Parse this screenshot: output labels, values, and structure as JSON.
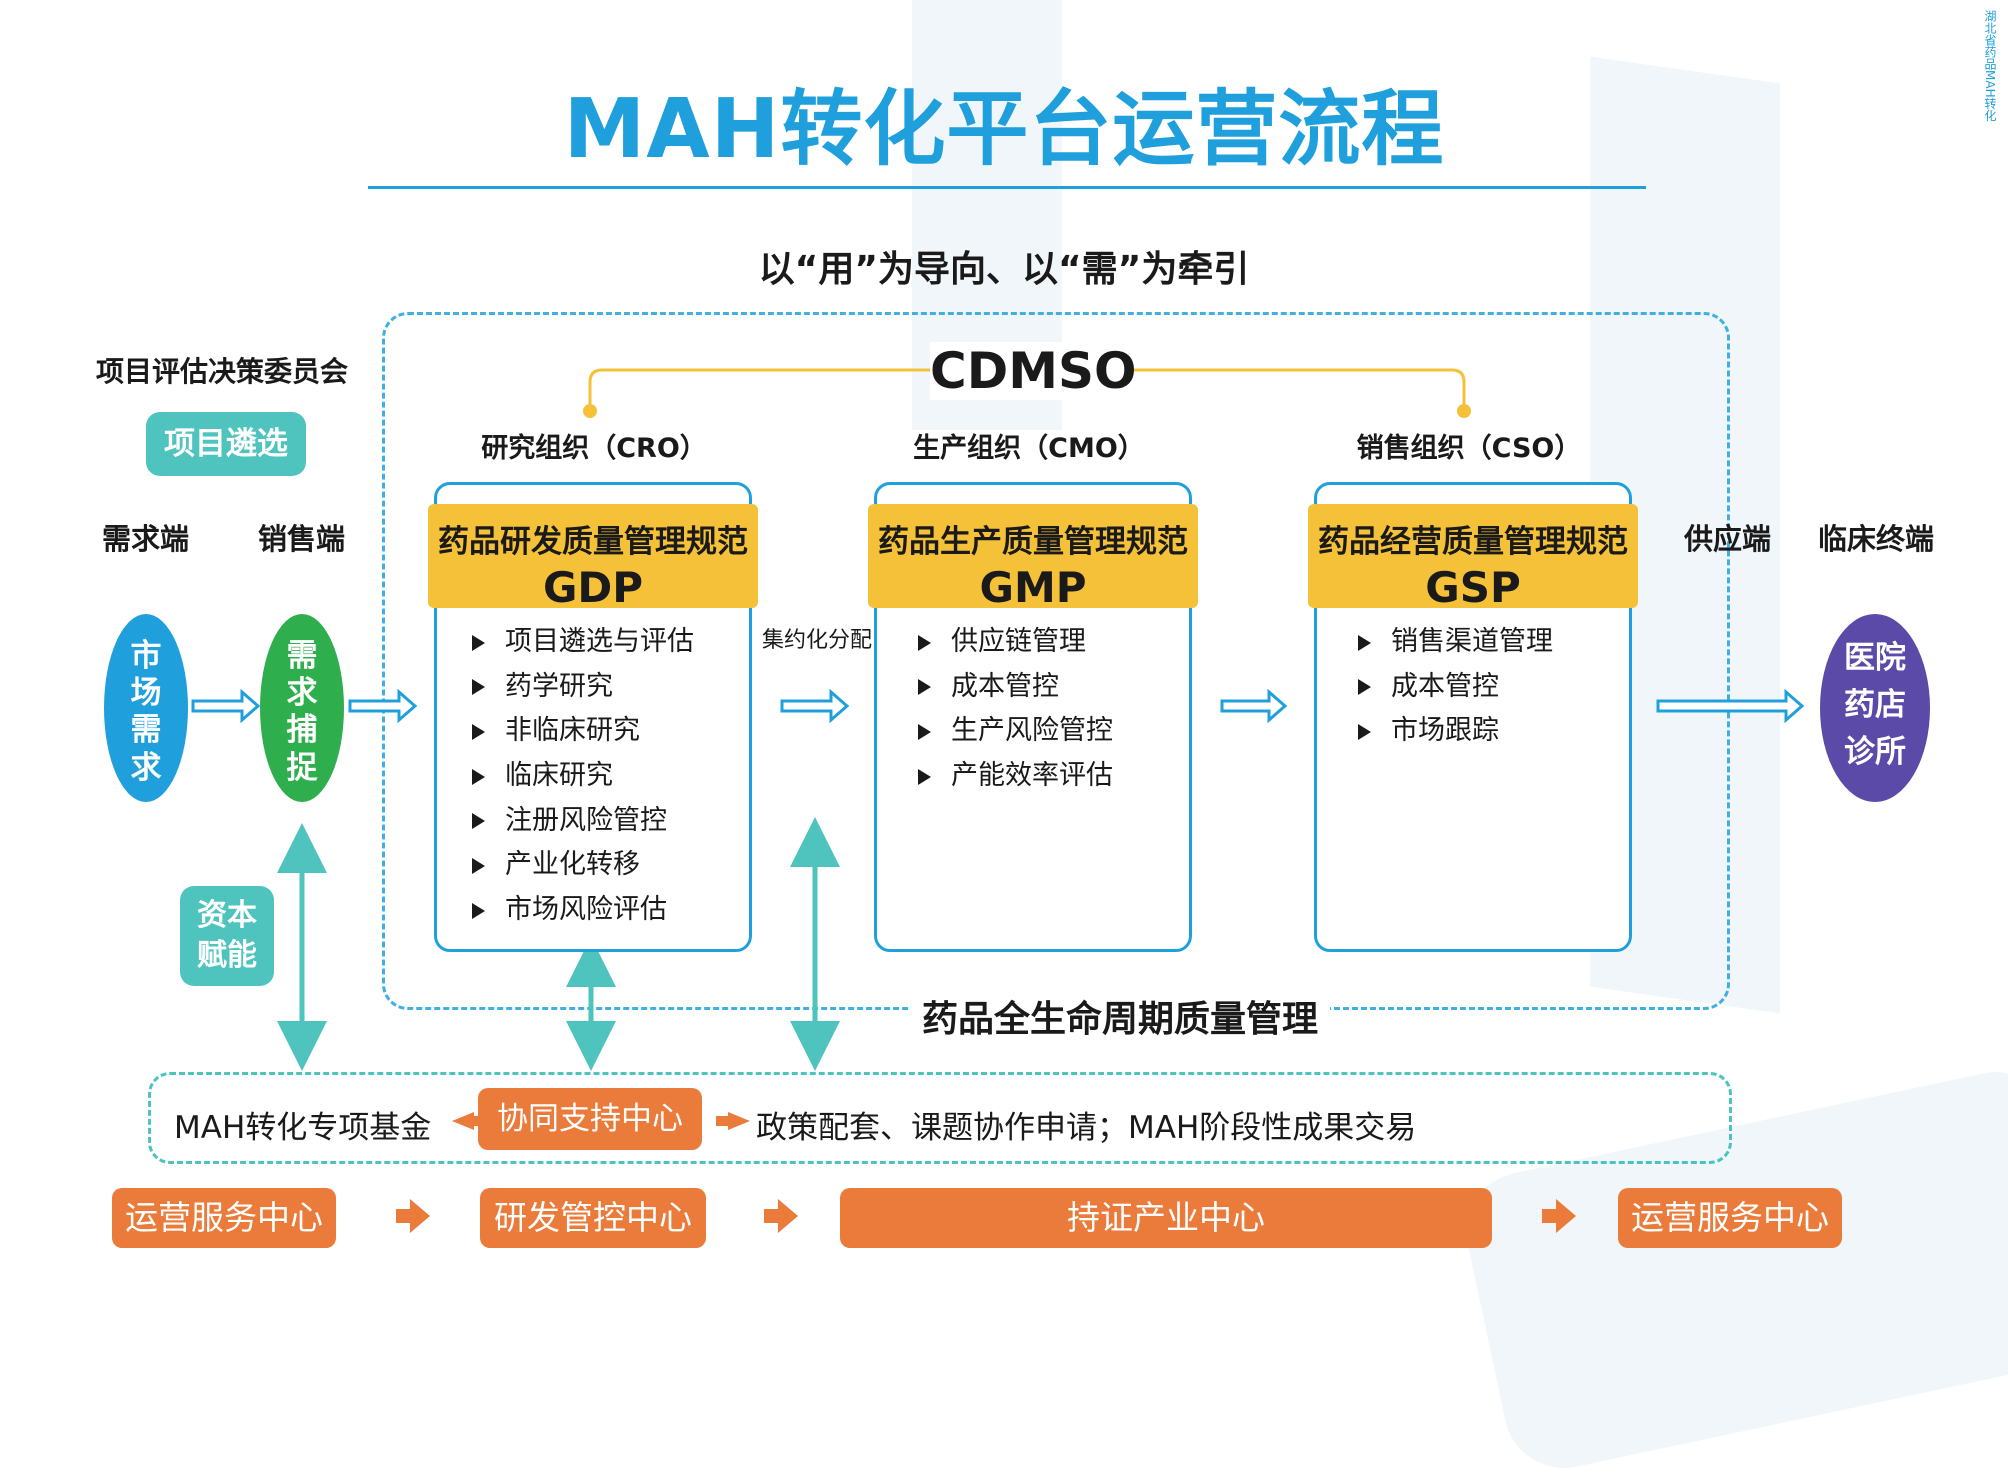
{
  "title": "MAH转化平台运营流程",
  "subtitle": "以“用”为导向、以“需”为牵引",
  "corner_text": "湖北省药品MAH转化",
  "cdmso": "CDMSO",
  "committee": "项目评估决策委员会",
  "screening": "项目遴选",
  "demand_end": "需求端",
  "sales_end": "销售端",
  "supply_end": "供应端",
  "clinical_end": "临床终端",
  "market_demand": [
    "市",
    "场",
    "需",
    "求"
  ],
  "demand_capture": [
    "需",
    "求",
    "捕",
    "捉"
  ],
  "terminal": [
    "医院",
    "药店",
    "诊所"
  ],
  "capital": [
    "资本",
    "赋能"
  ],
  "centralized": "集约化分配",
  "lifecycle": "药品全生命周期质量管理",
  "orgs": [
    {
      "label": "研究组织（CRO）",
      "head1": "药品研发质量管理规范",
      "head2": "GDP",
      "items": [
        "项目遴选与评估",
        "药学研究",
        "非临床研究",
        "临床研究",
        "注册风险管控",
        "产业化转移",
        "市场风险评估"
      ]
    },
    {
      "label": "生产组织（CMO）",
      "head1": "药品生产质量管理规范",
      "head2": "GMP",
      "items": [
        "供应链管理",
        "成本管控",
        "生产风险管控",
        "产能效率评估"
      ]
    },
    {
      "label": "销售组织（CSO）",
      "head1": "药品经营质量管理规范",
      "head2": "GSP",
      "items": [
        "销售渠道管理",
        "成本管控",
        "市场跟踪"
      ]
    }
  ],
  "fund": "MAH转化专项基金",
  "support_center": "协同支持中心",
  "policy": "政策配套、课题协作申请；MAH阶段性成果交易",
  "bottom_row": [
    "运营服务中心",
    "研发管控中心",
    "持证产业中心",
    "运营服务中心"
  ],
  "colors": {
    "blue": "#1fa0dc",
    "teal": "#4fc3bd",
    "yellow": "#f5c138",
    "orange": "#ea7b3a",
    "green": "#2fae4e",
    "purple": "#5b4aa8"
  }
}
